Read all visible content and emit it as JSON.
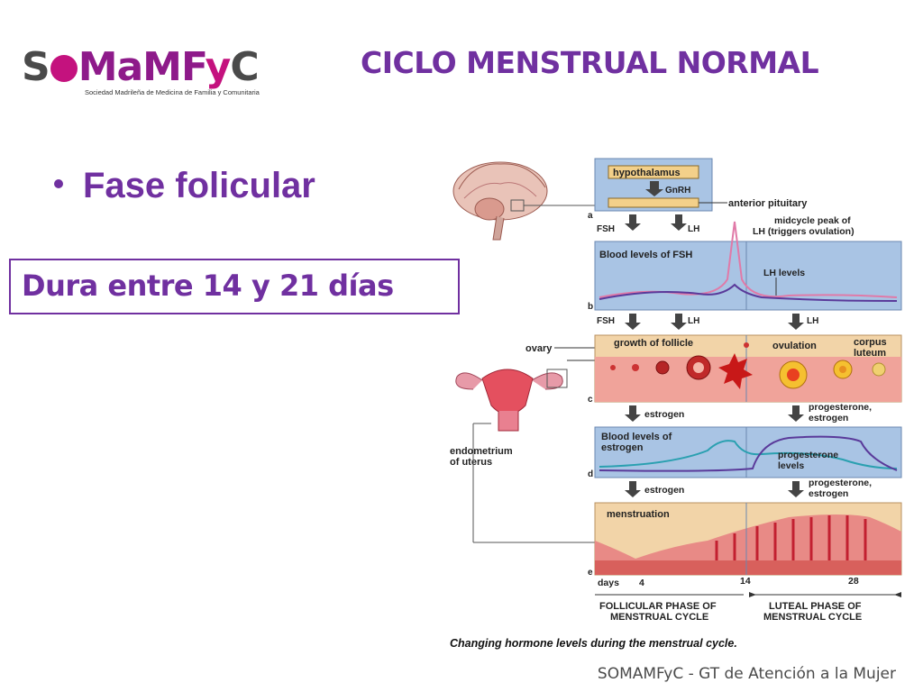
{
  "logo": {
    "name": "SOMAMFYC",
    "subtitle": "Sociedad Madrileña de Medicina de Familia y Comunitaria"
  },
  "slide": {
    "title": "CICLO MENSTRUAL NORMAL",
    "bullet": "Fase folicular",
    "duration": "Dura entre 14 y 21 días",
    "footer": "SOMAMFyC - GT de Atención a la Mujer"
  },
  "figure": {
    "caption": "Changing hormone levels during the menstrual cycle.",
    "panel_letters": [
      "a",
      "b",
      "c",
      "d",
      "e"
    ],
    "hypothalamus": "hypothalamus",
    "gnrh": "GnRH",
    "anterior_pituitary": "anterior pituitary",
    "fsh": "FSH",
    "lh": "LH",
    "midcycle_peak": "midcycle peak of",
    "midcycle_peak_2": "LH (triggers ovulation)",
    "blood_fsh": "Blood levels of FSH",
    "lh_levels": "LH levels",
    "ovary": "ovary",
    "growth_of_follicle": "growth of follicle",
    "ovulation": "ovulation",
    "corpus": "corpus",
    "luteum": "luteum",
    "estrogen": "estrogen",
    "progesterone_estrogen_1": "progesterone,",
    "progesterone_estrogen_2": "estrogen",
    "blood_estrogen_1": "Blood levels of",
    "blood_estrogen_2": "estrogen",
    "progesterone_levels_1": "progesterone",
    "progesterone_levels_2": "levels",
    "endometrium_1": "endometrium",
    "endometrium_2": "of uterus",
    "menstruation": "menstruation",
    "days": "days",
    "day_4": "4",
    "day_14": "14",
    "day_28": "28",
    "follicular_1": "FOLLICULAR PHASE OF",
    "follicular_2": "MENSTRUAL CYCLE",
    "luteal_1": "LUTEAL PHASE OF",
    "luteal_2": "MENSTRUAL CYCLE"
  }
}
